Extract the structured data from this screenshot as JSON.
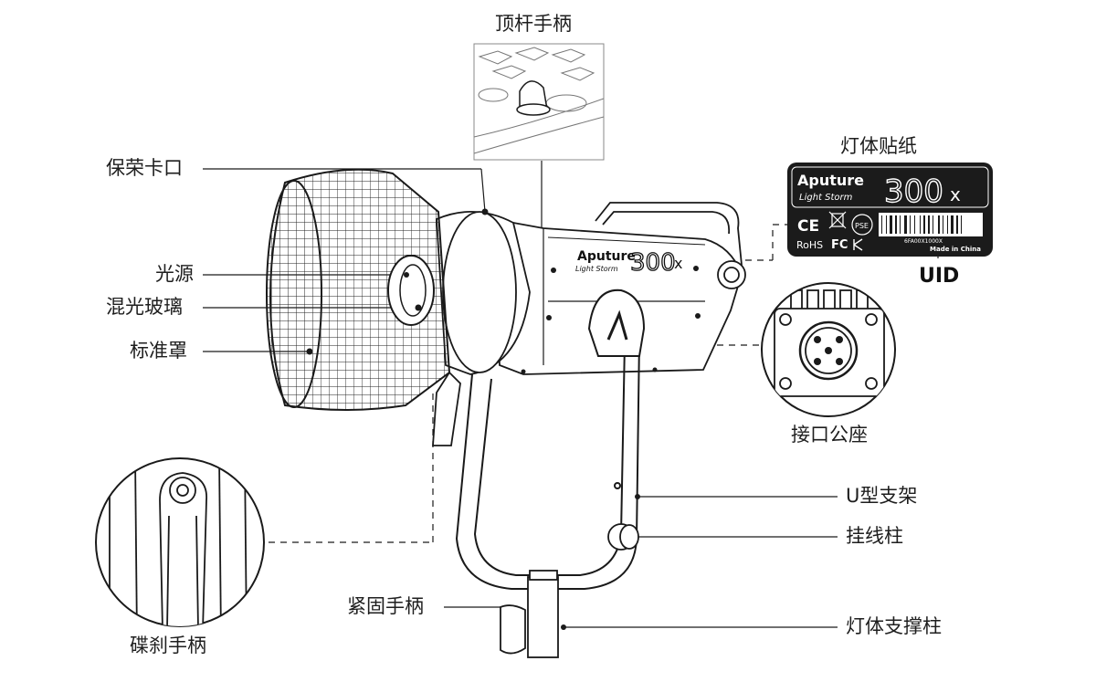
{
  "labels": {
    "top_handle": "顶杆手柄",
    "bayonet": "保荣卡口",
    "light_source": "光源",
    "diffuser_glass": "混光玻璃",
    "reflector": "标准罩",
    "brake_handle": "碟刹手柄",
    "clamp_handle": "紧固手柄",
    "sticker": "灯体贴纸",
    "uid": "UID",
    "connector": "接口公座",
    "yoke": "U型支架",
    "cable_post": "挂线柱",
    "support_post": "灯体支撑柱"
  },
  "product": {
    "brand": "Aputure",
    "series": "Light Storm",
    "model": "300",
    "model_suffix": "x"
  },
  "sticker": {
    "brand": "Aputure",
    "series": "Light Storm",
    "model": "300",
    "model_suffix": "x",
    "marks": [
      "CE",
      "RoHS",
      "FC",
      "PSE"
    ],
    "serial": "6FA00X1000X",
    "made_in": "Made in China"
  },
  "colors": {
    "line": "#1a1a1a",
    "sticker_bg": "#1b1b1b",
    "body": "#ffffff"
  }
}
